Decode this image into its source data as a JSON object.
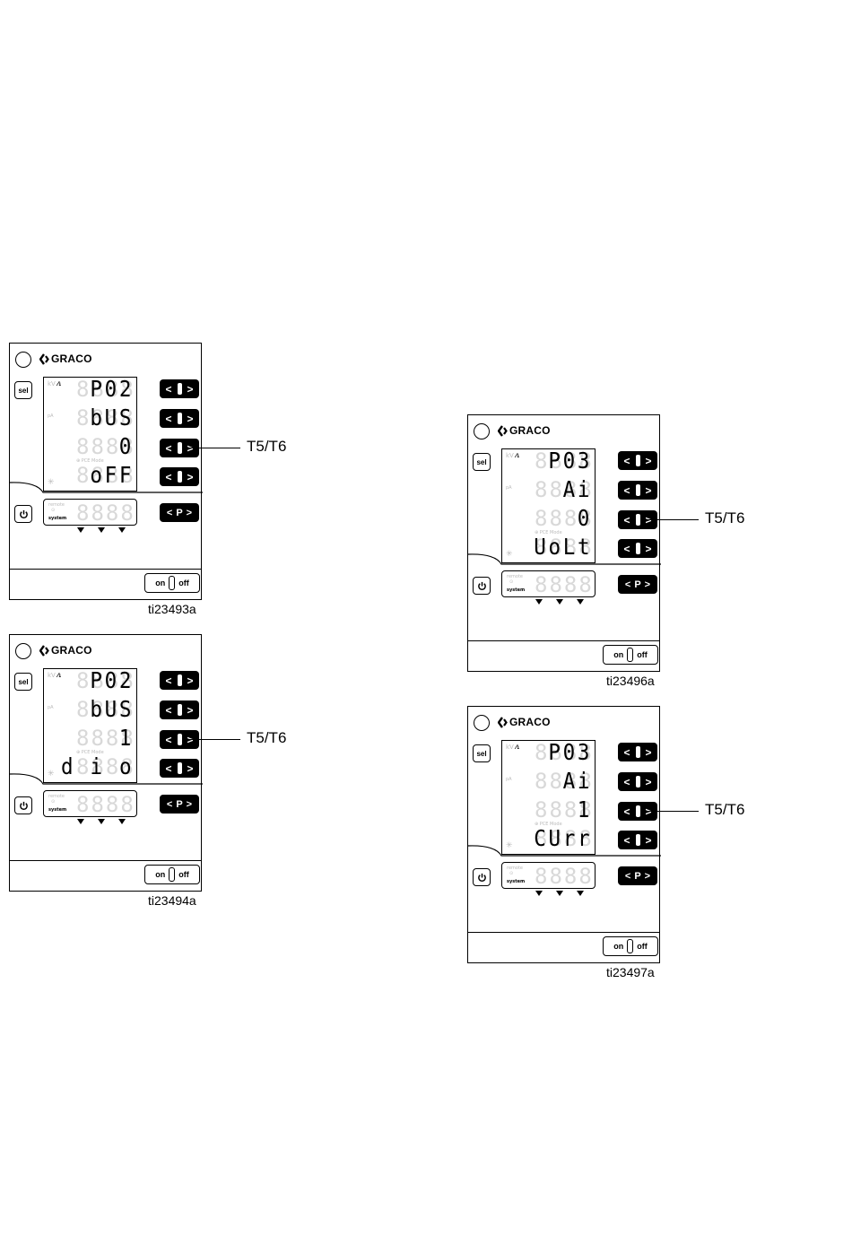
{
  "brand": "GRACO",
  "panels": [
    {
      "rows": [
        "P02",
        "bUS",
        "0",
        "oFF"
      ],
      "callout": "T5/T6",
      "figure_id": "ti23493a",
      "sel_label": "sel",
      "p_label": "P",
      "system_label": "system",
      "on_label": "on",
      "off_label": "off"
    },
    {
      "rows": [
        "P02",
        "bUS",
        "1",
        "d i o"
      ],
      "callout": "T5/T6",
      "figure_id": "ti23494a",
      "sel_label": "sel",
      "p_label": "P",
      "system_label": "system",
      "on_label": "on",
      "off_label": "off"
    },
    {
      "rows": [
        "P03",
        "Ai",
        "0",
        "UoLt"
      ],
      "callout": "T5/T6",
      "figure_id": "ti23496a",
      "sel_label": "sel",
      "p_label": "P",
      "system_label": "system",
      "on_label": "on",
      "off_label": "off"
    },
    {
      "rows": [
        "P03",
        "Ai",
        "1",
        "CUrr"
      ],
      "callout": "T5/T6",
      "figure_id": "ti23497a",
      "sel_label": "sel",
      "p_label": "P",
      "system_label": "system",
      "on_label": "on",
      "off_label": "off"
    }
  ]
}
